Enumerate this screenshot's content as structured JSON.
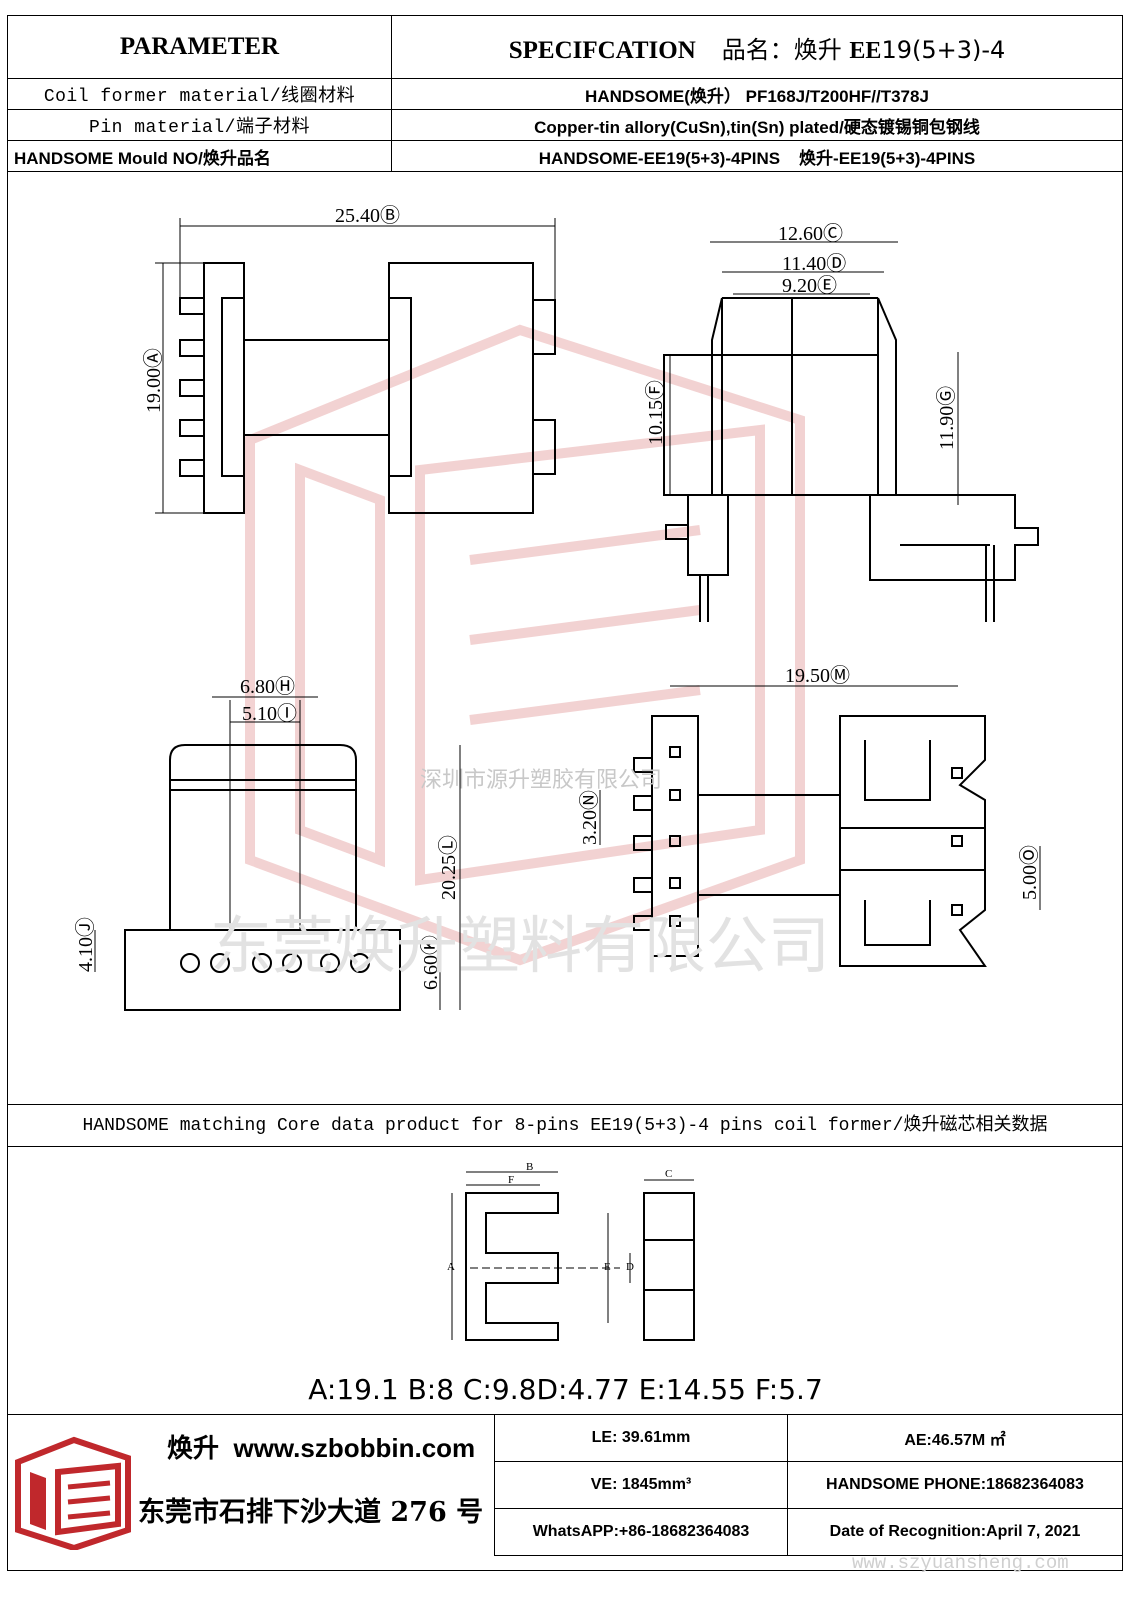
{
  "header": {
    "parameter": "PARAMETER",
    "specification": "SPECIFCATION",
    "product_prefix": "品名：焕升",
    "product_model_bold": "EE",
    "product_model": "19(5+3)-4"
  },
  "rows": [
    {
      "label": "Coil former material/线圈材料",
      "value": "HANDSOME(焕升）  PF168J/T200HF//T378J"
    },
    {
      "label": "Pin material/端子材料",
      "value": "Copper-tin allory(CuSn),tin(Sn) plated/硬态镀锡铜包钢线"
    },
    {
      "label": "HANDSOME Mould NO/焕升品名",
      "value": "HANDSOME-EE19(5+3)-4PINS    焕升-EE19(5+3)-4PINS"
    }
  ],
  "dims": {
    "B": "25.40",
    "A": "19.00",
    "C": "12.60",
    "D": "11.40",
    "E": "9.20",
    "F": "10.15",
    "G": "11.90",
    "H": "6.80",
    "I": "5.10",
    "L": "20.25",
    "J": "4.10",
    "K": "6.60",
    "M": "19.50",
    "N": "3.20",
    "O": "5.00",
    "circ": {
      "A": "Ⓐ",
      "B": "Ⓑ",
      "C": "Ⓒ",
      "D": "Ⓓ",
      "E": "Ⓔ",
      "F": "Ⓕ",
      "G": "Ⓖ",
      "H": "Ⓗ",
      "I": "Ⓘ",
      "J": "Ⓙ",
      "K": "Ⓚ",
      "L": "Ⓛ",
      "M": "Ⓜ",
      "N": "Ⓝ",
      "O": "Ⓞ"
    }
  },
  "core_labels": {
    "A": "A",
    "B": "B",
    "C": "C",
    "D": "D",
    "E": "E",
    "F": "F"
  },
  "watermarks": {
    "company_small": "深圳市源升塑胶有限公司",
    "company_large": "东莞焕升塑料有限公司",
    "site": "www.szyuansheng.com"
  },
  "matching_bar": "HANDSOME matching Core data  product for 8-pins EE19(5+3)-4 pins coil former/焕升磁芯相关数据",
  "core_data": "A:19.1 B:8 C:9.8D:4.77 E:14.55 F:5.7",
  "footer": {
    "brand_cn": "焕升",
    "website": "www.szbobbin.com",
    "address": "东莞市石排下沙大道 276 号",
    "le": "LE: 39.61mm",
    "ae": "AE:46.57M ㎡",
    "ve": "VE: 1845mm³",
    "phone": "HANDSOME PHONE:18682364083",
    "whatsapp": "WhatsAPP:+86-18682364083",
    "date": "Date of Recognition:April 7, 2021"
  },
  "colors": {
    "line": "#000000",
    "watermark_red": "#e8a0a0",
    "logo_red": "#c0282c"
  }
}
